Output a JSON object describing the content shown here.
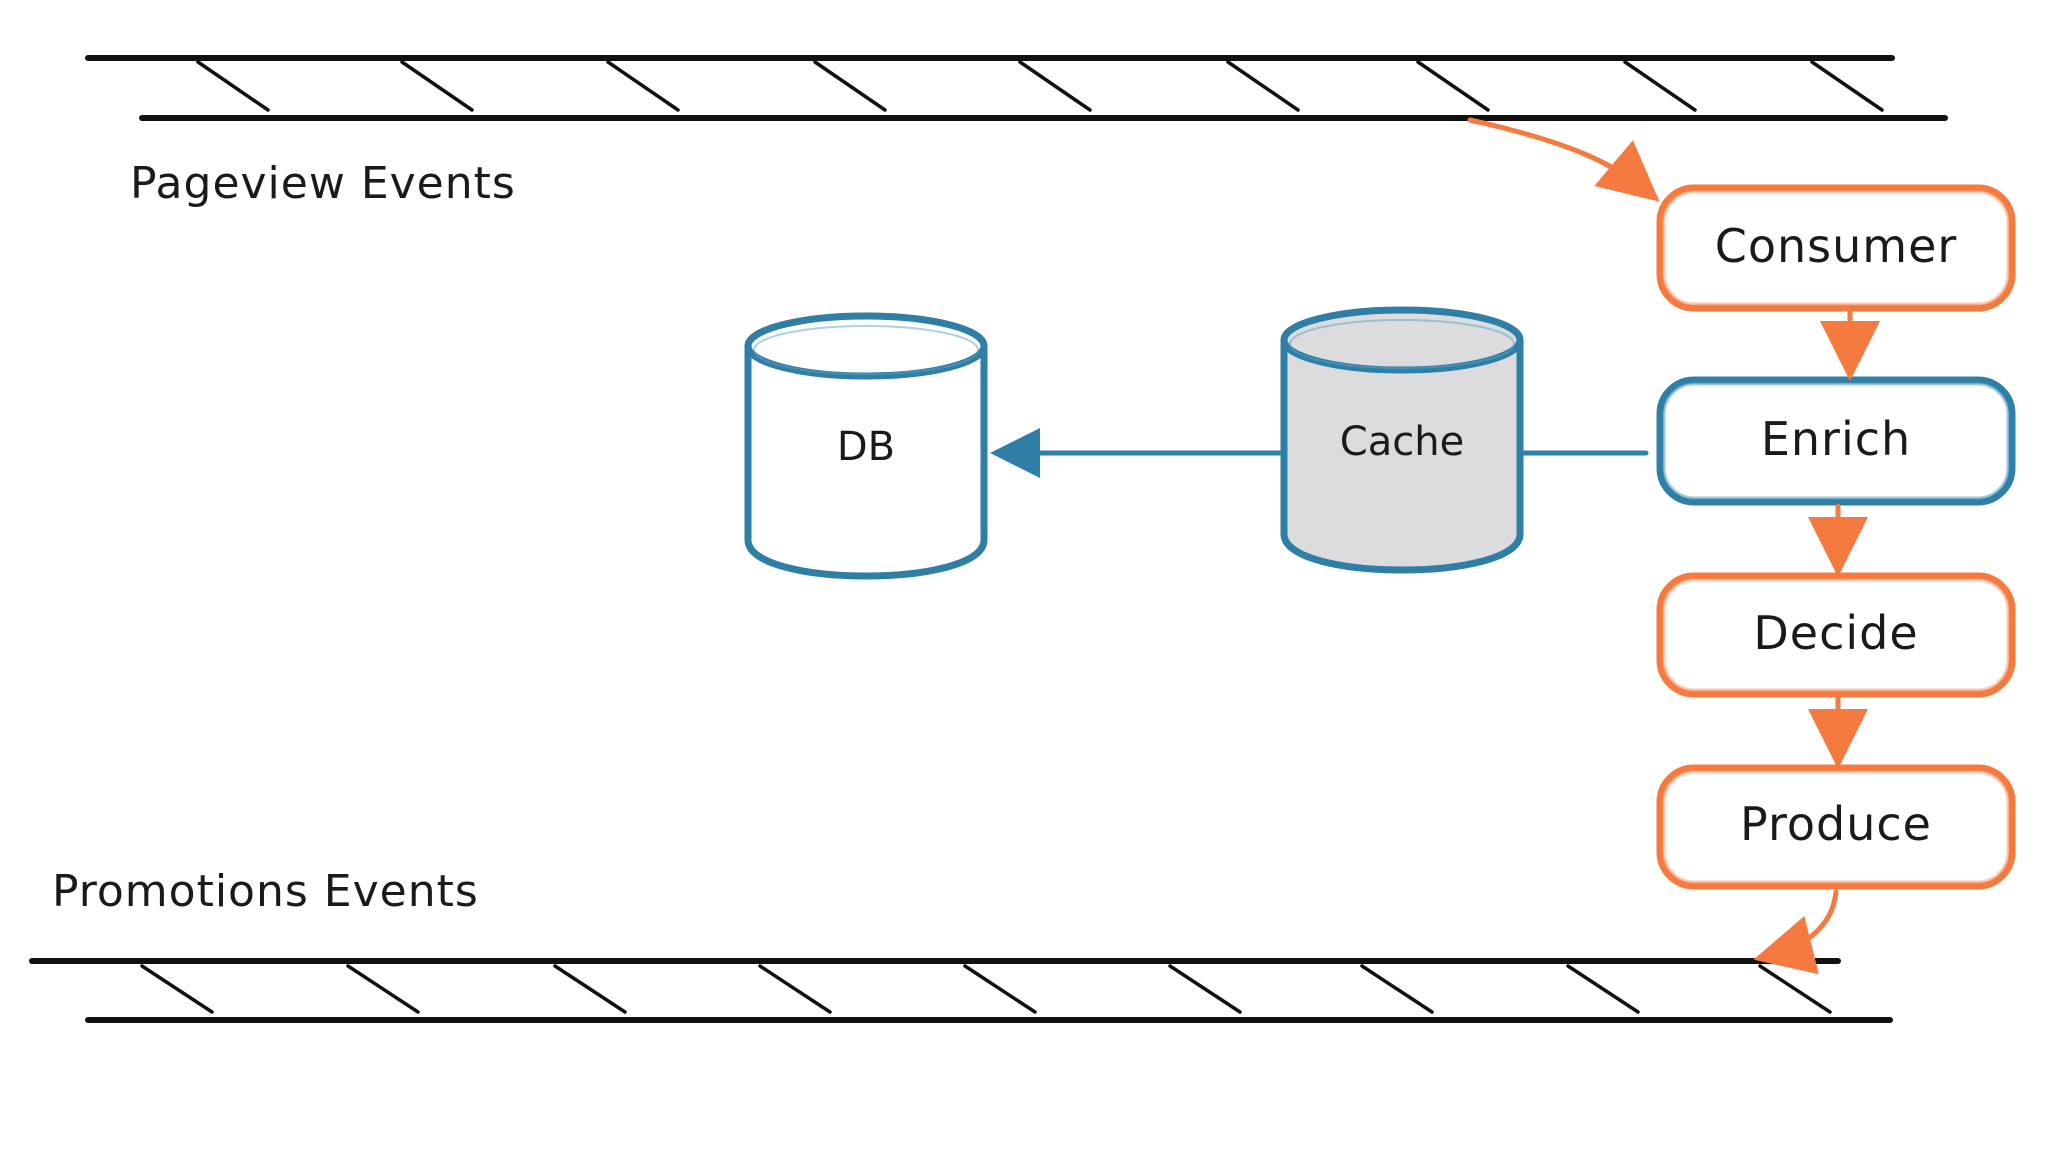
{
  "topics": {
    "pageview": {
      "label": "Pageview Events"
    },
    "promotions": {
      "label": "Promotions Events"
    }
  },
  "pipeline": {
    "steps": [
      {
        "label": "Consumer"
      },
      {
        "label": "Enrich"
      },
      {
        "label": "Decide"
      },
      {
        "label": "Produce"
      }
    ]
  },
  "stores": {
    "db": {
      "label": "DB"
    },
    "cache": {
      "label": "Cache"
    }
  },
  "colors": {
    "orange": "#f47a40",
    "blue": "#2f7ea5",
    "cache_fill": "#dcdcde",
    "line": "#111111"
  }
}
